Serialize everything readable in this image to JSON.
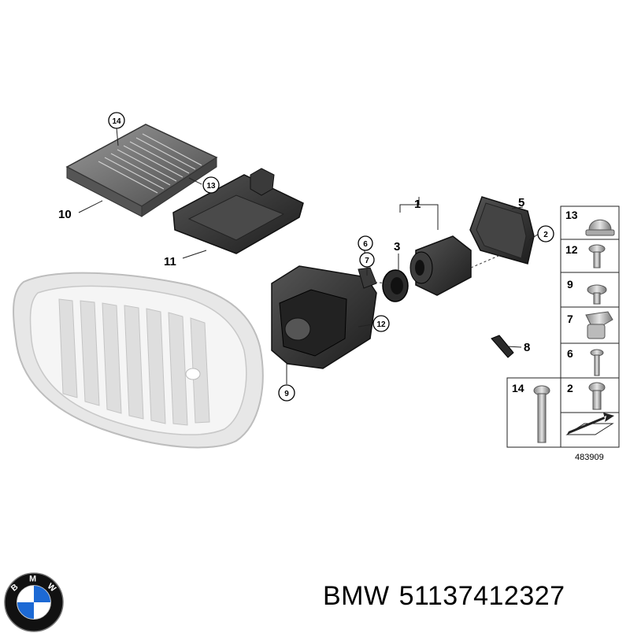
{
  "diagram": {
    "callouts": {
      "c1": "1",
      "c2": "2",
      "c3": "3",
      "c5": "5",
      "c6": "6",
      "c7": "7",
      "c8": "8",
      "c9": "9",
      "c10": "10",
      "c11": "11",
      "c12": "12",
      "c13": "13",
      "c14": "14"
    },
    "legend": [
      "13",
      "12",
      "9",
      "7",
      "6",
      "14",
      "2"
    ],
    "code": "483909"
  },
  "logo": {
    "letters": "BMW",
    "colors": {
      "blue": "#1c69d4",
      "white": "#ffffff",
      "black": "#111111"
    }
  },
  "caption": {
    "brand": "BMW",
    "part_number": "51137412327"
  },
  "colors": {
    "line": "#222222",
    "part_dark": "#2e2e2e",
    "part_mid": "#6f6f6f",
    "grille": "#dcdcdc"
  }
}
